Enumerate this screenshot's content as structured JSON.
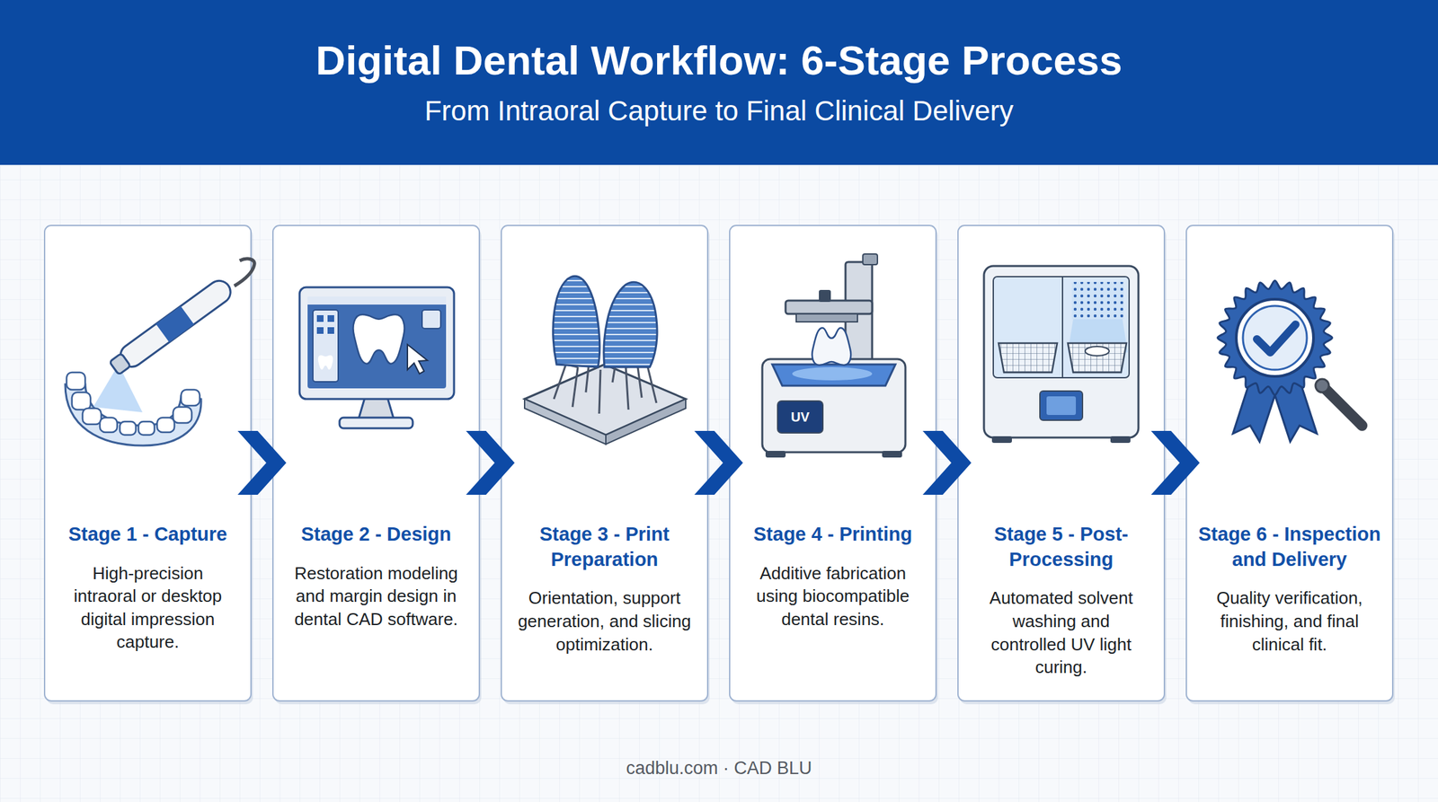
{
  "diagram": {
    "title": "Digital Dental Workflow: 6-Stage Process",
    "caption": "From Intraoral Capture to Final Clinical Delivery",
    "nodes": [
      {
        "text": [
          "Stage 1 - Capture",
          "High-precision intraoral or desktop digital impression capture."
        ]
      },
      {
        "text": [
          "Stage 2 - Design",
          "Restoration modeling and margin design in dental CAD software."
        ]
      },
      {
        "text": [
          "Stage 3 - Print Preparation",
          "Orientation, support generation, and slicing optimization."
        ]
      },
      {
        "text": [
          "Stage 4 - Printing",
          "Additive fabrication using biocompatible dental resins."
        ]
      },
      {
        "text": [
          "Stage 5 - Post-Processing",
          "Automated solvent washing and controlled UV light curing."
        ]
      },
      {
        "text": [
          "Stage 6 - Inspection and Delivery",
          "Quality verification, finishing, and final clinical fit."
        ]
      }
    ],
    "edges": [
      {
        "from": 0,
        "to": 1,
        "arrow": "to"
      },
      {
        "from": 1,
        "to": 2,
        "arrow": "to"
      },
      {
        "from": 2,
        "to": 3,
        "arrow": "to"
      },
      {
        "from": 3,
        "to": 4,
        "arrow": "to"
      },
      {
        "from": 4,
        "to": 5,
        "arrow": "to"
      }
    ],
    "labels": [
      "UV",
      "cadblu.com · CAD BLU"
    ]
  }
}
